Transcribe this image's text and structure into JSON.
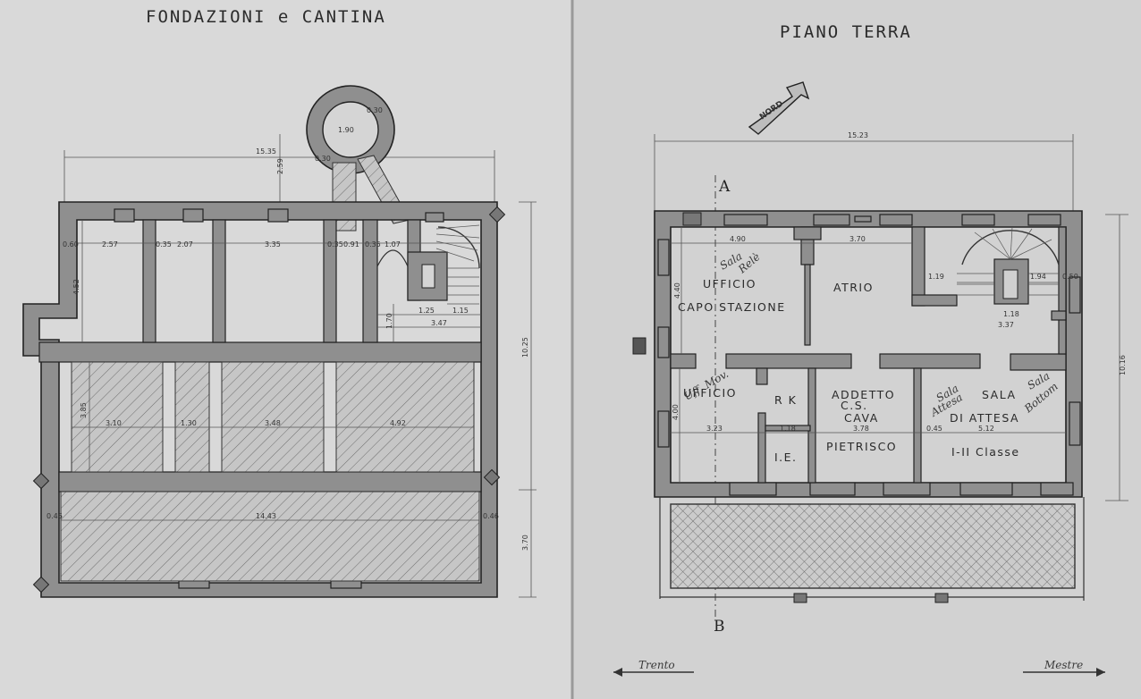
{
  "left_plan": {
    "title": "FONDAZIONI e CANTINA",
    "dims": {
      "overall_width": "15.35",
      "well_offset": "2.59",
      "well_inner": "1.90",
      "well_wall_a": "0.30",
      "well_wall_b": "0.30",
      "pier_a": "0.60",
      "room_1": "2.57",
      "pier_b": "0.35",
      "room_2": "2.07",
      "room_3": "3.35",
      "pier_c": "0.35",
      "room_4": "0.91",
      "pier_d": "0.35",
      "room_5": "1.07",
      "depth_top": "4.52",
      "stair_h": "1.70",
      "stair_a": "1.25",
      "stair_b": "1.15",
      "stair_total": "3.47",
      "cellar_h": "3.85",
      "cellar_1": "3.10",
      "cellar_2": "1.30",
      "cellar_3": "3.48",
      "cellar_4": "4.92",
      "pier_e": "0.46",
      "pier_f": "0.46",
      "bottom_w": "14.43",
      "bottom_h": "3.70",
      "overall_height": "10.25"
    }
  },
  "right_plan": {
    "title": "PIANO TERRA",
    "north_label": "NORD",
    "section_a": "A",
    "section_b": "B",
    "dims": {
      "overall_width": "15.23",
      "overall_height": "10.16",
      "ufficio_capo_w": "4.90",
      "ufficio_capo_h": "4.40",
      "atrio_w": "3.70",
      "stair_a": "1.19",
      "stair_b": "1.94",
      "stair_c": "0.50",
      "stair_d": "1.18",
      "stair_e": "3.37",
      "ufficio_w": "3.23",
      "ufficio_h": "4.00",
      "wc_w": "1.18",
      "cava_w": "3.78",
      "sala_w": "5.12",
      "pier": "0.45"
    },
    "rooms": {
      "ufficio_capo_1": "UFFICIO",
      "ufficio_capo_2": "CAPO STAZIONE",
      "atrio": "ATRIO",
      "ufficio": "UFFICIO",
      "rk": "R K",
      "ie": "I.E.",
      "addetto_1": "ADDETTO",
      "addetto_2": "C.S.",
      "addetto_3": "CAVA",
      "addetto_4": "PIETRISCO",
      "sala_1": "SALA",
      "sala_2": "DI ATTESA",
      "sala_3": "I-II  Classe"
    },
    "handwriting": {
      "note_1": "Sala",
      "note_2": "Relè",
      "note_3": "Uff. Mov.",
      "note_4": "Sala",
      "note_5": "Attesa",
      "note_6": "Sala",
      "note_7": "Bottom"
    },
    "directions": {
      "left": "Trento",
      "right": "Mestre"
    }
  }
}
